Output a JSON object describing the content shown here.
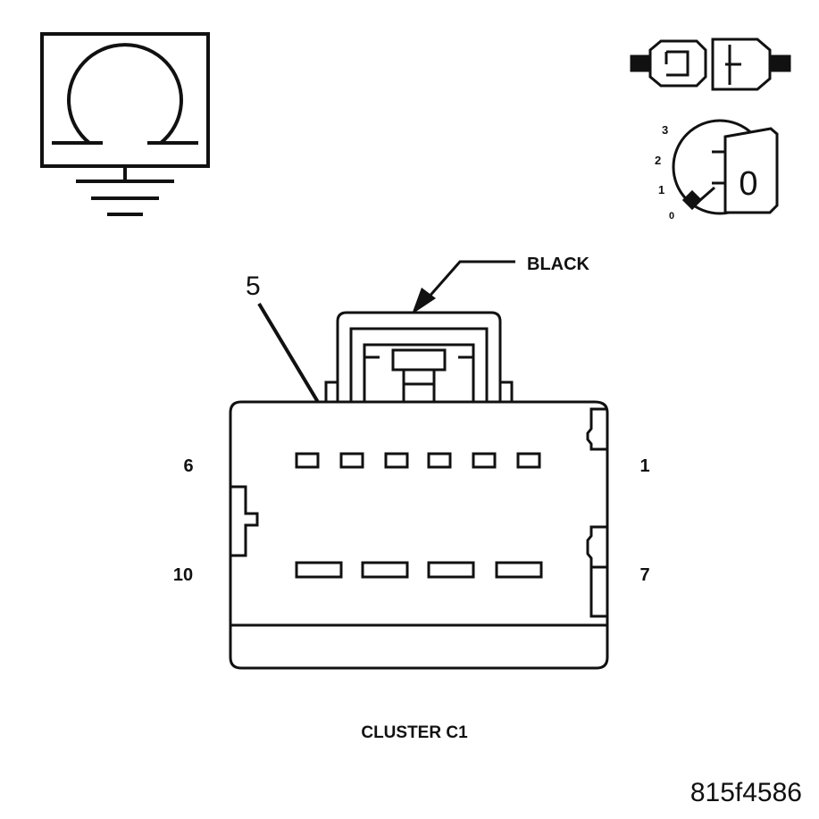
{
  "colors": {
    "ink": "#111111",
    "paper": "#ffffff"
  },
  "icons": {
    "meter": "ohmmeter-icon",
    "connector": "connector-disconnect-icon",
    "ignition": "ignition-key-icon"
  },
  "ignition": {
    "positions": [
      "3",
      "2",
      "1",
      "0"
    ],
    "key_position": "0"
  },
  "connector": {
    "color_label": "BLACK",
    "probe_pin": "5",
    "pin_labels": {
      "top_left": "6",
      "top_right": "1",
      "bottom_left": "10",
      "bottom_right": "7"
    },
    "name": "CLUSTER C1"
  },
  "figure_id": "815f4586"
}
